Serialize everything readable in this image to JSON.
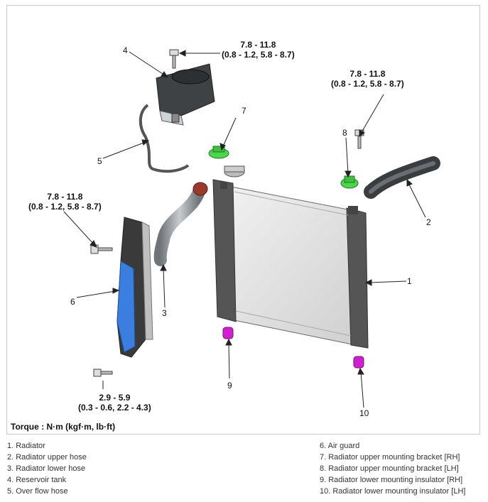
{
  "torque_specs": {
    "reservoir_bolt": {
      "nm": "7.8 - 11.8",
      "alt": "(0.8 - 1.2, 5.8 - 8.7)"
    },
    "bracket_bolt": {
      "nm": "7.8 - 11.8",
      "alt": "(0.8 - 1.2, 5.8 - 8.7)"
    },
    "air_guard_bolt": {
      "nm": "7.8 - 11.8",
      "alt": "(0.8 - 1.2, 5.8 - 8.7)"
    },
    "lower_bolt": {
      "nm": "2.9 - 5.9",
      "alt": "(0.3 - 0.6, 2.2 - 4.3)"
    }
  },
  "callouts": [
    "1",
    "2",
    "3",
    "4",
    "5",
    "6",
    "7",
    "8",
    "9",
    "10"
  ],
  "torque_unit_note": "Torque : N·m (kgf·m, lb·ft)",
  "legend": {
    "left": [
      "1. Radiator",
      "2. Radiator upper hose",
      "3. Radiator lower hose",
      "4. Reservoir tank",
      "5. Over flow hose"
    ],
    "right": [
      "6. Air guard",
      "7. Radiator upper mounting bracket [RH]",
      "8. Radiator upper mounting bracket [LH]",
      "9. Radiator lower mounting insulator [RH]",
      "10. Radiator lower mounting insulator [LH]"
    ]
  },
  "colors": {
    "bracket": "#4cd64c",
    "insulator": "#d21ed2",
    "air_guard": "#3a7fe0",
    "leader": "#222222"
  }
}
